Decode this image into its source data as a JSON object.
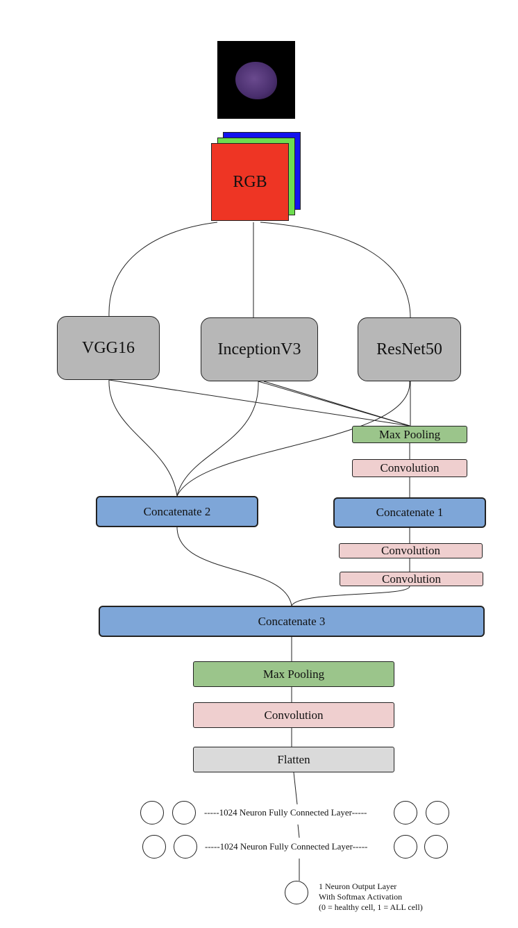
{
  "input_image": {
    "icon": "cell-image-icon"
  },
  "rgb_stack": {
    "label": "RGB",
    "colors": {
      "red": "#ee3524",
      "green": "#6ddd4f",
      "blue": "#1313ee"
    }
  },
  "base_models": [
    "VGG16",
    "InceptionV3",
    "ResNet50"
  ],
  "branch_right": {
    "max_pooling": "Max Pooling",
    "convolution_1": "Convolution",
    "concatenate": "Concatenate 1",
    "convolution_2": "Convolution",
    "convolution_3": "Convolution"
  },
  "branch_left": {
    "concatenate": "Concatenate 2"
  },
  "merge": {
    "concatenate": "Concatenate 3",
    "max_pooling": "Max Pooling",
    "convolution": "Convolution",
    "flatten": "Flatten"
  },
  "dense_layers": [
    "-----1024 Neuron Fully Connected Layer-----",
    "-----1024 Neuron Fully Connected Layer-----"
  ],
  "output": {
    "line1": "1 Neuron Output Layer",
    "line2": "With Softmax Activation",
    "line3": "(0 = healthy cell, 1 = ALL cell)"
  },
  "colors": {
    "cnn_box": "#b7b7b7",
    "concatenate_box": "#7ea6d8",
    "max_pooling_box": "#9bc58b",
    "convolution_box": "#efcfcf",
    "flatten_box": "#dadada"
  }
}
